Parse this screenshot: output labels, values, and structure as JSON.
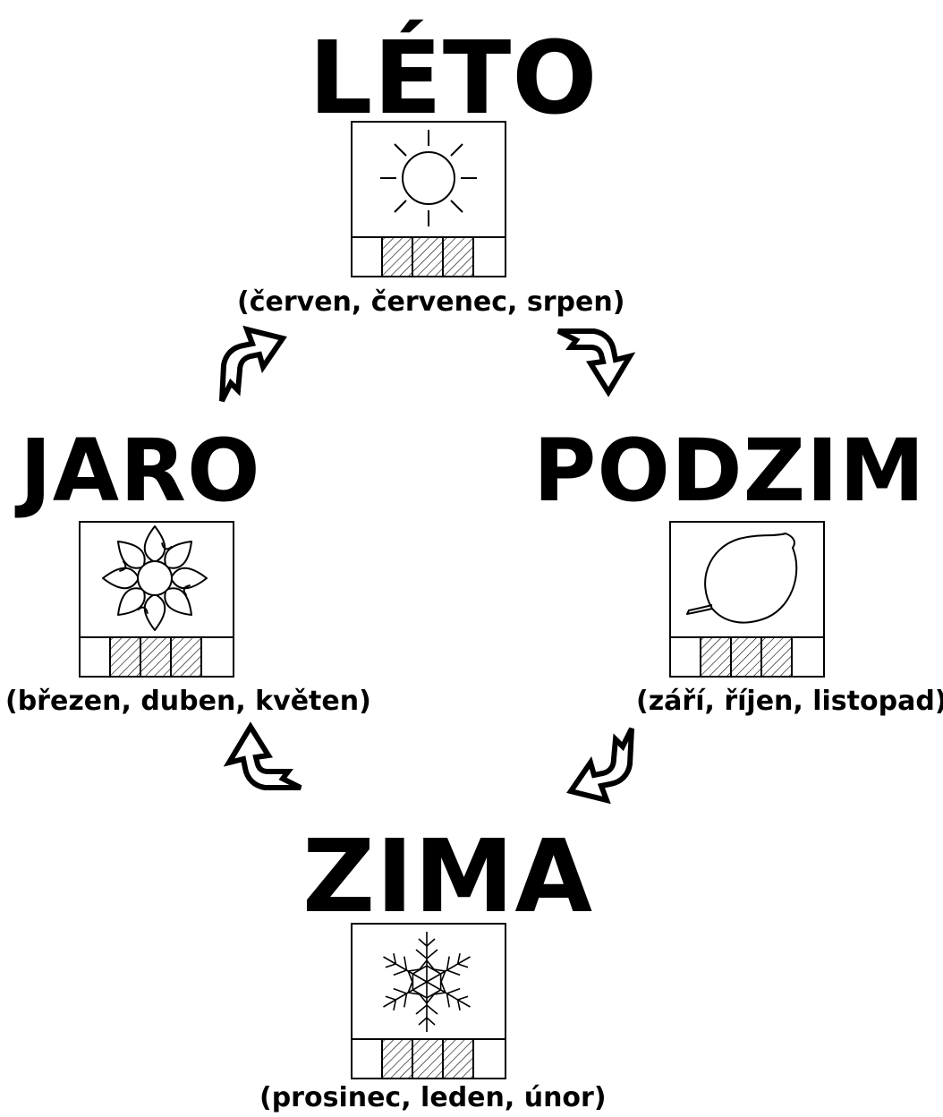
{
  "seasons": {
    "leto": {
      "title": "LÉTO",
      "months": "(červen, červenec, srpen)",
      "icon": "sun-icon"
    },
    "jaro": {
      "title": "JARO",
      "months": "(březen, duben, květen)",
      "icon": "flower-icon"
    },
    "podzim": {
      "title": "PODZIM",
      "months": "(září, říjen, listopad)",
      "icon": "leaf-icon"
    },
    "zima": {
      "title": "ZIMA",
      "months": "(prosinec, leden, únor)",
      "icon": "snowflake-icon"
    }
  },
  "month_strip": {
    "cells": 5,
    "highlighted": [
      2,
      3,
      4
    ]
  },
  "cycle_order": [
    "jaro",
    "leto",
    "podzim",
    "zima"
  ],
  "colors": {
    "ink": "#000000",
    "background": "#ffffff"
  }
}
